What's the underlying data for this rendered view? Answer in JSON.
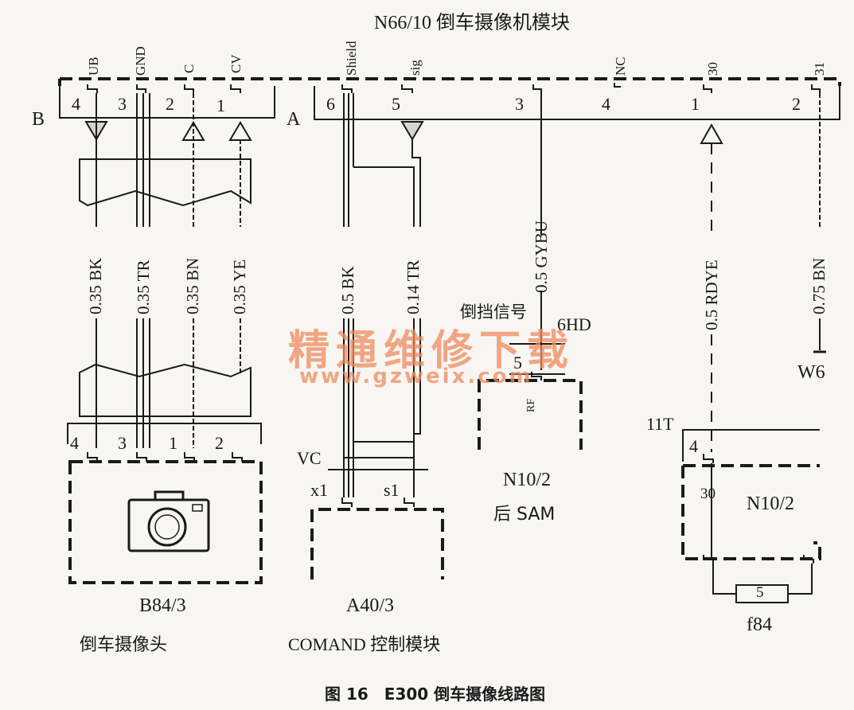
{
  "diagram": {
    "title": "N66/10 倒车摄像机模块",
    "caption": "图 16　E300 倒车摄像线路图",
    "connector_b": {
      "label": "B",
      "signal_names": [
        "UB",
        "GND",
        "C",
        "CV"
      ],
      "pins": [
        "4",
        "3",
        "2",
        "1"
      ]
    },
    "connector_a": {
      "label": "A",
      "signal_names": [
        "Shield",
        "sig",
        "NC",
        "30",
        "31"
      ],
      "pins": [
        "6",
        "5",
        "3",
        "4",
        "1",
        "2"
      ]
    },
    "wires": [
      "0.35 BK",
      "0.35 TR",
      "0.35 BN",
      "0.35 YE",
      "0.5 BK",
      "0.14 TR",
      "0.5 GYBU",
      "0.5 RDYE",
      "0.75 BN"
    ],
    "camera": {
      "pins": [
        "4",
        "3",
        "1",
        "2"
      ],
      "code": "B84/3",
      "name": "倒车摄像头"
    },
    "comand": {
      "vc": "VC",
      "x1": "x1",
      "s1": "s1",
      "code": "A40/3",
      "name": "COMAND 控制模块"
    },
    "rear_sam": {
      "signal": "倒挡信号",
      "connector": "6HD",
      "pin": "5",
      "rf": "RF",
      "code": "N10/2",
      "name": "后 SAM"
    },
    "ground": "W6",
    "n10": {
      "connector": "11T",
      "pin": "4",
      "terminal": "30",
      "code": "N10/2",
      "fuse_no": "5",
      "fuse_code": "f84"
    },
    "watermark": {
      "text": "精通维修下载",
      "url": "www.gzweix.com"
    }
  }
}
